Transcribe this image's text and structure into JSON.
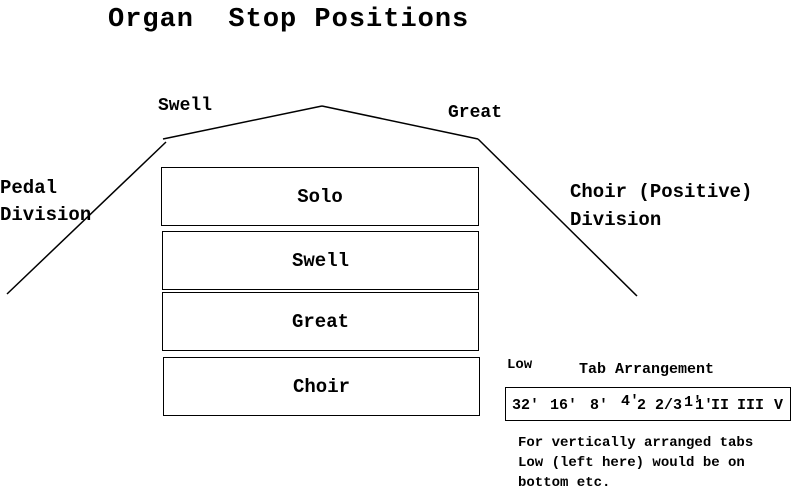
{
  "title": "Organ  Stop Positions",
  "roof": {
    "left_label": "Swell",
    "right_label": "Great"
  },
  "left_side": {
    "line1": "Pedal",
    "line2": "Division"
  },
  "right_side": {
    "line1": "Choir (Positive)",
    "line2": "Division"
  },
  "manuals": [
    "Solo",
    "Swell",
    "Great",
    "Choir"
  ],
  "tab_arrangement": {
    "low_label": "Low",
    "title": "Tab Arrangement",
    "tabs": [
      "32'",
      "16'",
      "8'",
      "4'",
      "2",
      "2/3",
      "1'",
      "1'",
      "II",
      "III",
      "V"
    ],
    "note_lines": [
      "For vertically arranged tabs",
      "Low (left here) would be on",
      "bottom etc."
    ]
  }
}
